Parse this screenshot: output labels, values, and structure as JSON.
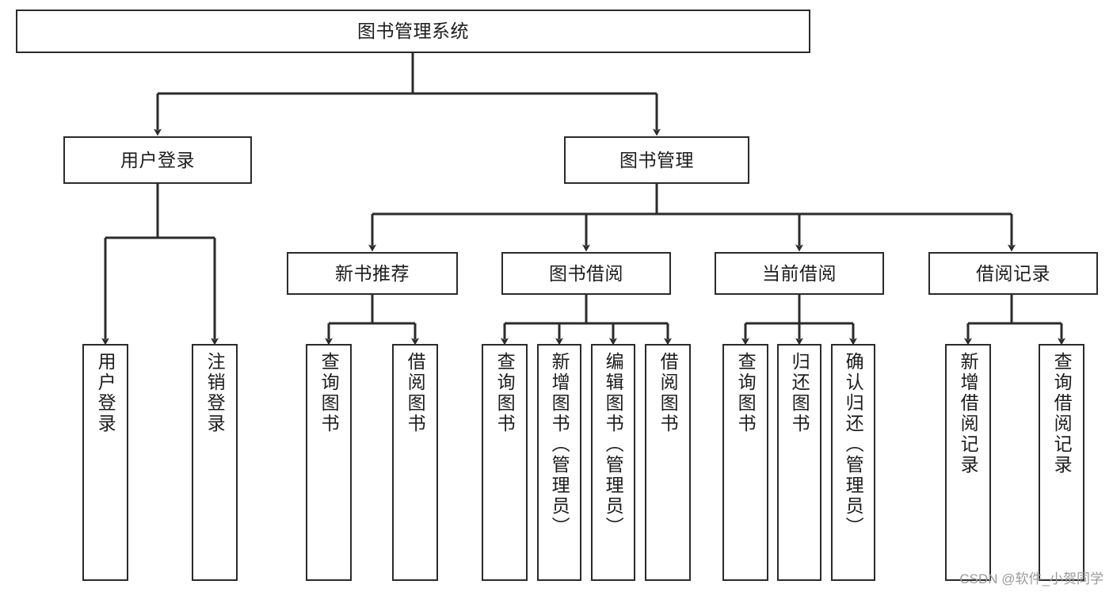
{
  "diagram": {
    "title": "图书管理系统",
    "type": "tree-hierarchy-diagram",
    "watermark": "CSDN @软件_小贺同学",
    "colors": {
      "background": "#ffffff",
      "box_border": "#2b2b2b",
      "box_fill": "#ffffff",
      "edge": "#2b2b2b",
      "text": "#1c1c1c",
      "watermark": "#9a9a9a"
    },
    "root": {
      "label": "图书管理系统"
    },
    "level2": [
      {
        "label": "用户登录"
      },
      {
        "label": "图书管理"
      }
    ],
    "level3": [
      {
        "label": "新书推荐"
      },
      {
        "label": "图书借阅"
      },
      {
        "label": "当前借阅"
      },
      {
        "label": "借阅记录"
      }
    ],
    "leaves": {
      "user_login": [
        {
          "label": "用户登录"
        },
        {
          "label": "注销登录"
        }
      ],
      "new_book_recommend": [
        {
          "label": "查询图书"
        },
        {
          "label": "借阅图书"
        }
      ],
      "book_borrow": [
        {
          "label": "查询图书"
        },
        {
          "label": "新增图书（管理员）"
        },
        {
          "label": "编辑图书（管理员）"
        },
        {
          "label": "借阅图书"
        }
      ],
      "current_borrow": [
        {
          "label": "查询图书"
        },
        {
          "label": "归还图书"
        },
        {
          "label": "确认归还（管理员）"
        }
      ],
      "borrow_record": [
        {
          "label": "新增借阅记录"
        },
        {
          "label": "查询借阅记录"
        }
      ]
    }
  }
}
